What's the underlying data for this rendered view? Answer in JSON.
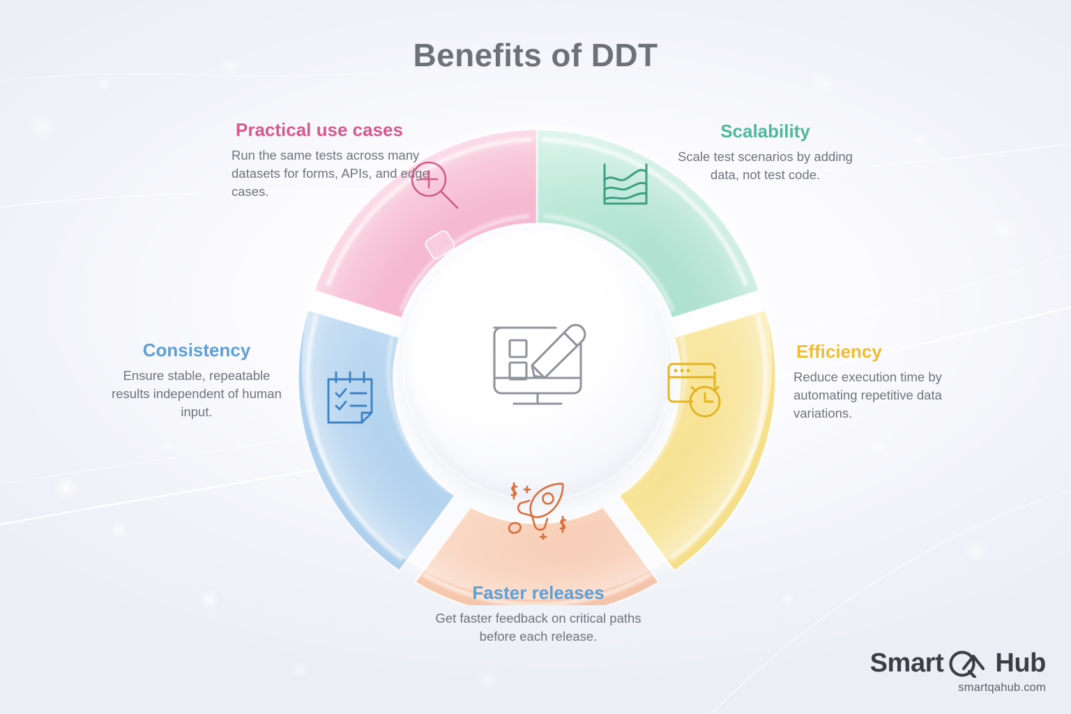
{
  "title": "Benefits of DDT",
  "theme": {
    "title_color": "#6d7278",
    "body_color": "#6f747b",
    "background": "#f4f5fa"
  },
  "center": {
    "icon": "monitor-checklist-pencil-icon"
  },
  "chart_data": {
    "type": "pie",
    "title": "Benefits of DDT",
    "variant": "donut",
    "legend": "none",
    "labels": [
      "Scalability",
      "Efficiency",
      "Faster releases",
      "Consistency",
      "Practical use cases"
    ],
    "values": [
      20,
      20,
      20,
      20,
      20
    ],
    "units": "percent",
    "colors": [
      "#a9e0cd",
      "#f6e08a",
      "#f7c3a6",
      "#a9cdec",
      "#f6b7ce"
    ],
    "slice_start_angles_deg": [
      0,
      72,
      144,
      216,
      288
    ],
    "notes": "Five equal segments of a glassmorphic donut ring, starting at 12 o'clock going clockwise."
  },
  "segments": [
    {
      "id": "scalability",
      "heading": "Scalability",
      "body": "Scale test scenarios by adding data, not test code.",
      "accent": "#4fb89a",
      "fill": "#a9e0cd",
      "icon": "area-chart-waves-icon"
    },
    {
      "id": "efficiency",
      "heading": "Efficiency",
      "body": "Reduce execution time by automating repetitive data variations.",
      "accent": "#f0bc35",
      "fill": "#f6e08a",
      "icon": "browser-clock-icon"
    },
    {
      "id": "faster-releases",
      "heading": "Faster releases",
      "body": "Get faster feedback on critical paths before each release.",
      "accent": "#5d9fd6",
      "fill": "#f7c3a6",
      "icon": "rocket-dollar-icon"
    },
    {
      "id": "consistency",
      "heading": "Consistency",
      "body": "Ensure stable, repeatable results independent of human input.",
      "accent": "#5d9fd6",
      "fill": "#a9cdec",
      "icon": "checklist-notepad-icon"
    },
    {
      "id": "practical-use-cases",
      "heading": "Practical use cases",
      "body": "Run the same tests across many datasets for forms, APIs, and edge cases.",
      "accent": "#d65a8e",
      "fill": "#f6b7ce",
      "icon": "magnifier-plus-icon"
    }
  ],
  "logo": {
    "word1": "Smart",
    "mark": "QA",
    "word2": "Hub",
    "url": "smartqahub.com"
  }
}
